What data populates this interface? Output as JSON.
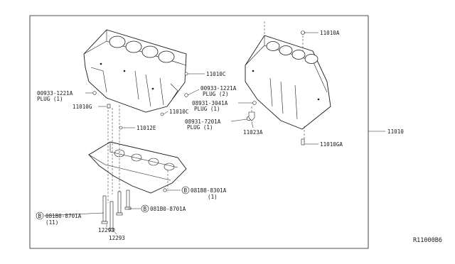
{
  "diagram": {
    "reference": "R11000B6",
    "labels": {
      "block_ref": "11010",
      "top_bolt": "11010A",
      "bottom_bolt": "11010GA",
      "plug_right": "00933-1221A",
      "plug_right_qty": "PLUG (2)",
      "plug_left": "00933-1221A",
      "plug_left_qty": "PLUG (1)",
      "c_upper": "11010C",
      "c_lower": "11010C",
      "g_left": "11010G",
      "e_dowel": "11012E",
      "plug_3041": "08931-3041A",
      "plug_3041_qty": "PLUG (1)",
      "plug_7201": "08931-7201A",
      "plug_7201_qty": "PLUG (1)",
      "sensor": "11023A",
      "bolt_8301": "081B8-8301A",
      "bolt_8301_qty": "(1)",
      "bolt_8701_left": "081B0-8701A",
      "bolt_8701_left_qty": "(11)",
      "bolt_8701_right": "081B0-8701A",
      "stud_a": "12293",
      "stud_b": "12293",
      "circle_b": "B"
    }
  }
}
